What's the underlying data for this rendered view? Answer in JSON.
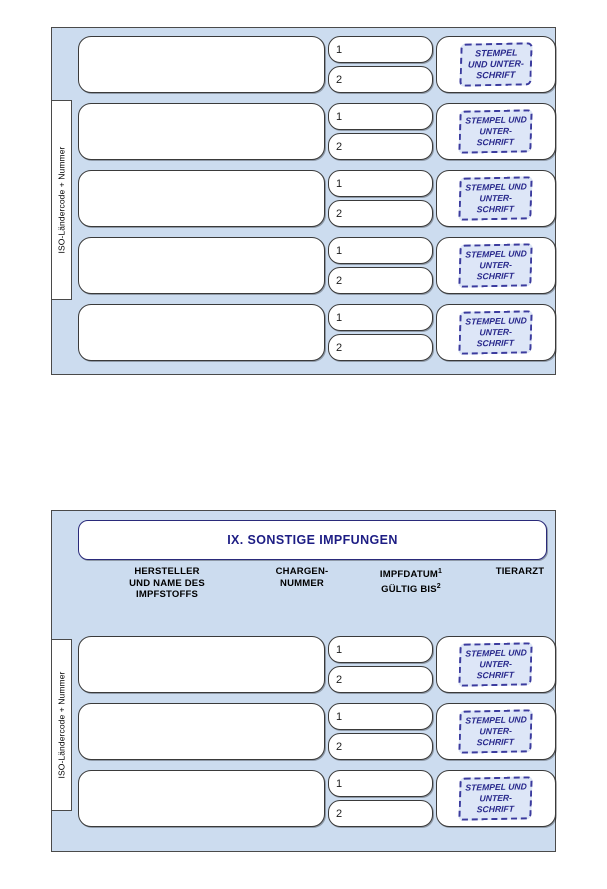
{
  "document": {
    "type": "eu-pet-passport-vaccination-page",
    "colors": {
      "panel_background": "#ccdcef",
      "field_background": "#ffffff",
      "title_text": "#1d1d84",
      "stamp_text": "#28288c",
      "stamp_fill": "#dde6f7",
      "border": "#3a3a3a"
    }
  },
  "side_tab": {
    "label": "ISO-Ländercode + Nummer"
  },
  "top_panel": {
    "rows": [
      {
        "date_labels": [
          "1",
          "2"
        ],
        "stamp_text": "STEMPEL\nUND UNTER-\nSCHRIFT"
      },
      {
        "date_labels": [
          "1",
          "2"
        ],
        "stamp_text": "STEMPEL UND\nUNTER-\nSCHRIFT"
      },
      {
        "date_labels": [
          "1",
          "2"
        ],
        "stamp_text": "STEMPEL UND\nUNTER-\nSCHRIFT"
      },
      {
        "date_labels": [
          "1",
          "2"
        ],
        "stamp_text": "STEMPEL UND\nUNTER-\nSCHRIFT"
      },
      {
        "date_labels": [
          "1",
          "2"
        ],
        "stamp_text": "STEMPEL UND\nUNTER-\nSCHRIFT"
      }
    ]
  },
  "bottom_panel": {
    "title": "IX. SONSTIGE IMPFUNGEN",
    "column_headers": {
      "manufacturer": "HERSTELLER\nUND NAME DES\nIMPFSTOFFS",
      "batch_number": "CHARGEN-\nNUMMER",
      "date_line1": "IMPFDATUM",
      "date_line1_sup": "1",
      "date_line2": "GÜLTIG BIS",
      "date_line2_sup": "2",
      "veterinarian": "TIERARZT"
    },
    "rows": [
      {
        "date_labels": [
          "1",
          "2"
        ],
        "stamp_text": "STEMPEL UND\nUNTER-\nSCHRIFT"
      },
      {
        "date_labels": [
          "1",
          "2"
        ],
        "stamp_text": "STEMPEL UND\nUNTER-\nSCHRIFT"
      },
      {
        "date_labels": [
          "1",
          "2"
        ],
        "stamp_text": "STEMPEL UND\nUNTER-\nSCHRIFT"
      }
    ]
  }
}
